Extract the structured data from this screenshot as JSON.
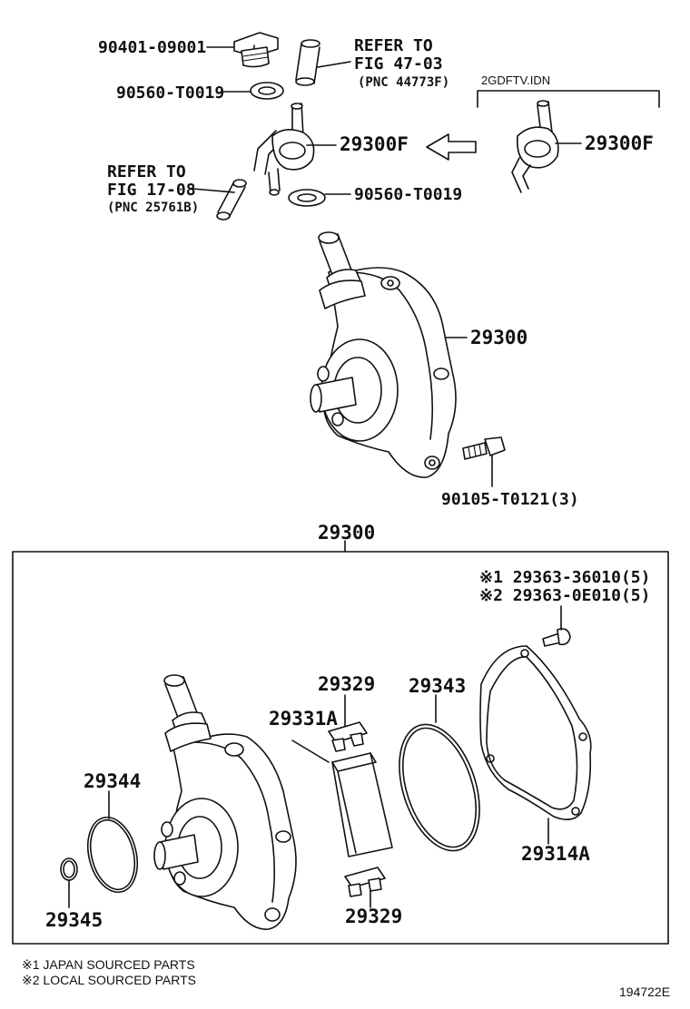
{
  "labels": {
    "plug": "90401-09001",
    "refer_a_1": "REFER TO",
    "refer_a_2": "FIG 47-03",
    "refer_a_3": "(PNC 44773F)",
    "gasket_upper": "90560-T0019",
    "variant": "2GDFTV.IDN",
    "union_left": "29300F",
    "union_right": "29300F",
    "refer_b_1": "REFER TO",
    "refer_b_2": "FIG 17-08",
    "refer_b_3": "(PNC 25761B)",
    "gasket_lower": "90560-T0019",
    "pump": "29300",
    "bolt": "90105-T0121(3)",
    "assembly": "29300",
    "screw_1": "※1 29363-36010(5)",
    "screw_2": "※2 29363-0E010(5)",
    "vane_upper": "29329",
    "rotor_vane": "29331A",
    "o_ring_large": "29343",
    "o_ring_mid": "29344",
    "o_ring_small": "29345",
    "cover": "29314A",
    "vane_lower": "29329"
  },
  "notes": {
    "note_1": "※1 JAPAN SOURCED PARTS",
    "note_2": "※2 LOCAL SOURCED PARTS"
  },
  "figure_id": "194722E"
}
